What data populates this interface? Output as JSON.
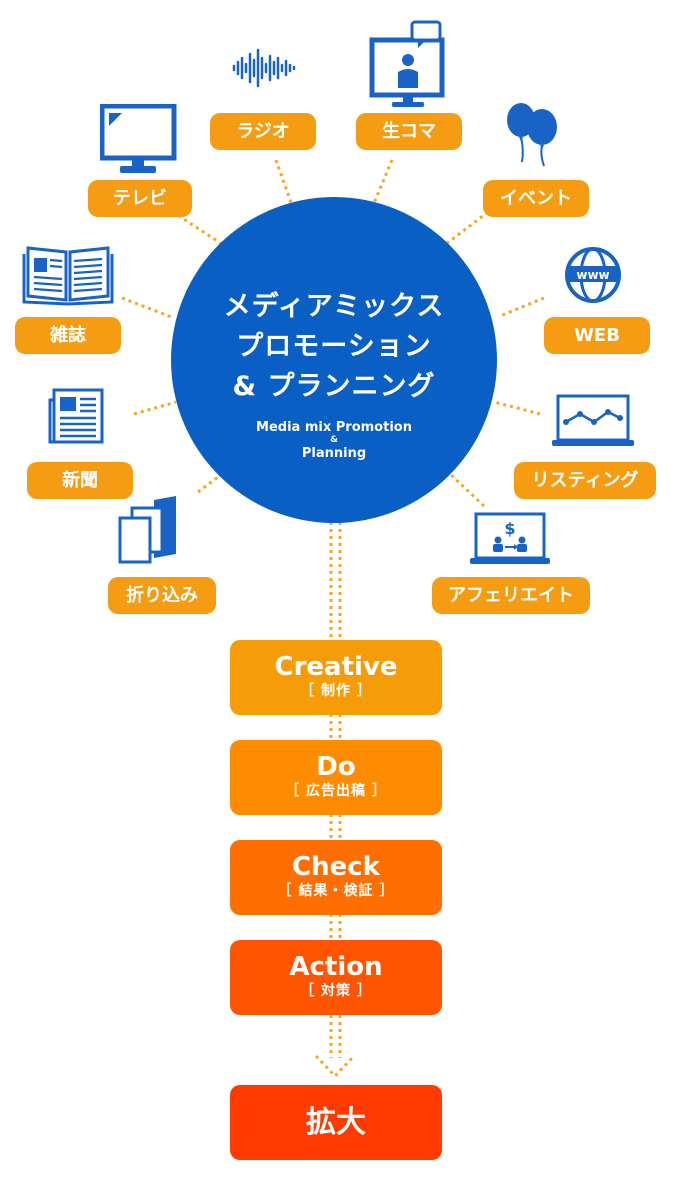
{
  "hub": {
    "title_lines": [
      "メディアミックス",
      "プロモーション",
      "& プランニング"
    ],
    "subtitle_line1": "Media mix Promotion",
    "subtitle_amp": "&",
    "subtitle_line2": "Planning"
  },
  "media": [
    {
      "id": "tv",
      "label": "テレビ",
      "icon": "tv-icon"
    },
    {
      "id": "radio",
      "label": "ラジオ",
      "icon": "radio-wave-icon"
    },
    {
      "id": "live",
      "label": "生コマ",
      "icon": "live-presenter-icon"
    },
    {
      "id": "event",
      "label": "イベント",
      "icon": "balloons-icon"
    },
    {
      "id": "web",
      "label": "WEB",
      "icon": "globe-www-icon"
    },
    {
      "id": "listing",
      "label": "リスティング",
      "icon": "line-graph-monitor-icon"
    },
    {
      "id": "affiliate",
      "label": "アフェリエイト",
      "icon": "affiliate-monitor-icon"
    },
    {
      "id": "insert",
      "label": "折り込み",
      "icon": "flyers-icon"
    },
    {
      "id": "newspaper",
      "label": "新聞",
      "icon": "newspaper-icon"
    },
    {
      "id": "magazine",
      "label": "雑誌",
      "icon": "open-magazine-icon"
    }
  ],
  "steps": [
    {
      "title": "Creative",
      "subtitle": "［ 制作 ］",
      "color": "#f59c08"
    },
    {
      "title": "Do",
      "subtitle": "［ 広告出稿 ］",
      "color": "#ff8b00"
    },
    {
      "title": "Check",
      "subtitle": "［ 結果・検証 ］",
      "color": "#ff6e00"
    },
    {
      "title": "Action",
      "subtitle": "［ 対策 ］",
      "color": "#ff5500"
    }
  ],
  "result": {
    "label": "拡大",
    "color": "#ff3a00"
  },
  "colors": {
    "hub": "#0a5fc4",
    "pill": "#f69c12",
    "icon_blue": "#1a63c6",
    "dotted": "#f6a623"
  }
}
